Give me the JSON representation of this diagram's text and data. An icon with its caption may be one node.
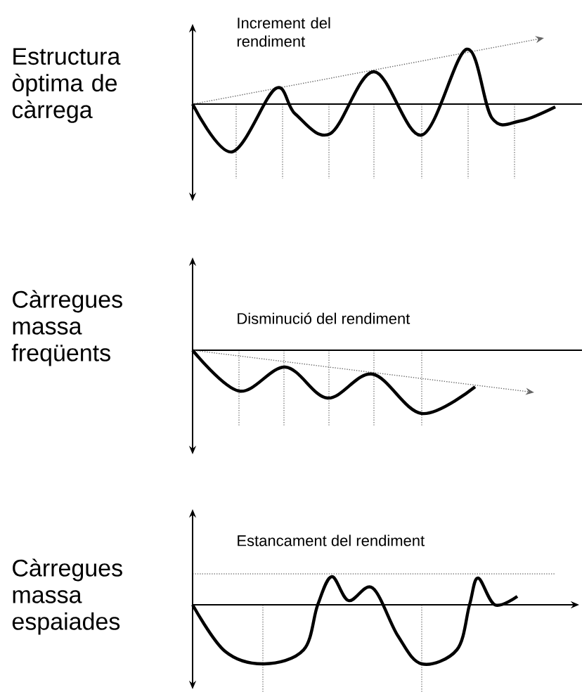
{
  "diagram": {
    "labels": [
      "Estructura òptima de càrrega",
      "Increment del rendiment",
      "Càrregues massa freqüents",
      "Disminució del rendiment",
      "Càrregues massa espaiades",
      "Estancament del rendiment"
    ]
  }
}
